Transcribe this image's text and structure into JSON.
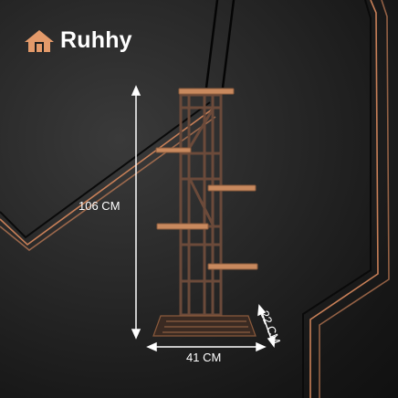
{
  "brand": {
    "name": "Ruhhy",
    "logo_icon": "house-icon",
    "accent_color": "#e39a6a"
  },
  "dimensions": {
    "height": "106 CM",
    "width": "41 CM",
    "depth": "22 CM"
  },
  "product": {
    "shelf_color": "#c8895e",
    "frame_color": "#6b4a3a",
    "accent_line_color": "#c98058"
  }
}
